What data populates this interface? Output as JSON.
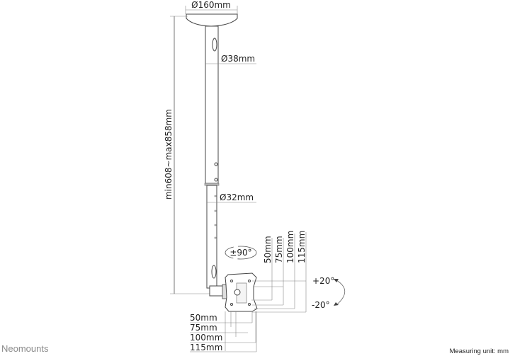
{
  "brand": "Neomounts",
  "measuring_unit": "Measuring unit: mm",
  "dimensions": {
    "ceiling_plate": "Ø160mm",
    "upper_tube": "Ø38mm",
    "lower_tube": "Ø32mm",
    "height": "min608~max858mm",
    "rotation": "±90°",
    "tilt_up": "+20°",
    "tilt_down": "-20°",
    "vesa_vertical": [
      "50mm",
      "75mm",
      "100mm",
      "115mm"
    ],
    "vesa_horizontal": [
      "50mm",
      "75mm",
      "100mm",
      "115mm"
    ]
  }
}
